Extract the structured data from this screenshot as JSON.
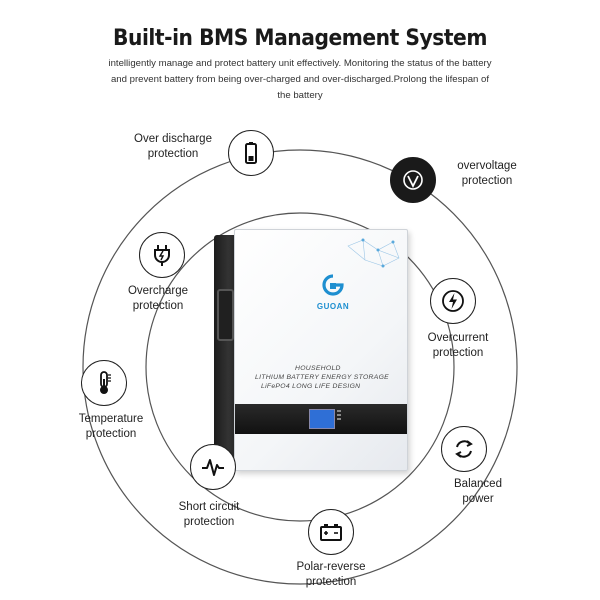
{
  "header": {
    "title": "Built-in BMS Management System",
    "desc_line1": "intelligently manage and protect battery unit effectively. Monitoring the status of the battery",
    "desc_line2": "and prevent battery from being over-charged and over-discharged.Prolong the lifespan of",
    "desc_line3": "the battery"
  },
  "battery": {
    "brand": "GUOAN",
    "line1": "HOUSEHOLD",
    "line2": "LITHIUM BATTERY ENERGY STORAGE",
    "line3": "LiFePO4 LONG LIFE DESIGN"
  },
  "features": {
    "over_discharge": {
      "line1": "Over discharge",
      "line2": "protection",
      "icon": "battery-icon"
    },
    "overvoltage": {
      "line1": "overvoltage",
      "line2": "protection",
      "icon": "voltage-icon"
    },
    "overcharge": {
      "line1": "Overcharge",
      "line2": "protection",
      "icon": "plug-icon"
    },
    "overcurrent": {
      "line1": "Overcurrent",
      "line2": "protection",
      "icon": "lightning-icon"
    },
    "temperature": {
      "line1": "Temperature",
      "line2": "protection",
      "icon": "thermometer-icon"
    },
    "balanced": {
      "line1": "Balanced",
      "line2": "power",
      "icon": "cycle-icon"
    },
    "short_circuit": {
      "line1": "Short circuit",
      "line2": "protection",
      "icon": "pulse-icon"
    },
    "polar_reverse": {
      "line1": "Polar-reverse",
      "line2": "protection",
      "icon": "car-battery-icon"
    }
  }
}
